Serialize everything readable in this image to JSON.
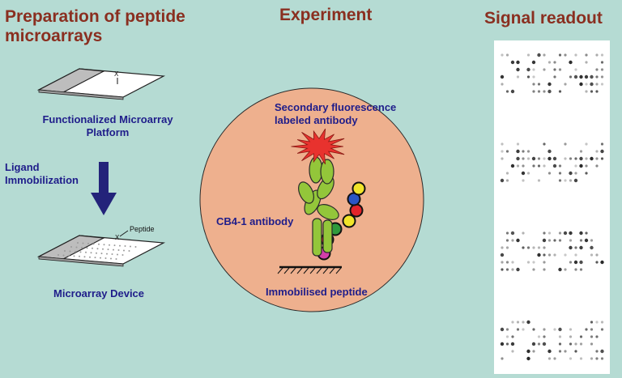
{
  "headings": {
    "preparation": "Preparation of peptide microarrays",
    "experiment": "Experiment",
    "signal": "Signal readout"
  },
  "labels": {
    "platform": "Functionalized Microarray Platform",
    "ligand": "Ligand Immobilization",
    "device": "Microarray Device",
    "peptide_tag": "Peptide",
    "x_marker": "X",
    "secondary": "Secondary fluorescence labeled antibody",
    "cb4": "CB4-1 antibody",
    "immobilised": "Immobilised peptide"
  },
  "colors": {
    "background": "#b5dbd3",
    "heading": "#8a2f20",
    "label": "#1f1d8a",
    "circle": "#eeb08e",
    "antibody": "#93c63a",
    "burst": "#e8322e",
    "arrow": "#23237a"
  },
  "peptide_beads": [
    "#d23ea8",
    "#e2232a",
    "#2f9a3c",
    "#f0e42a",
    "#e2232a",
    "#2a55c4",
    "#f0e42a"
  ],
  "array_blocks": 4
}
